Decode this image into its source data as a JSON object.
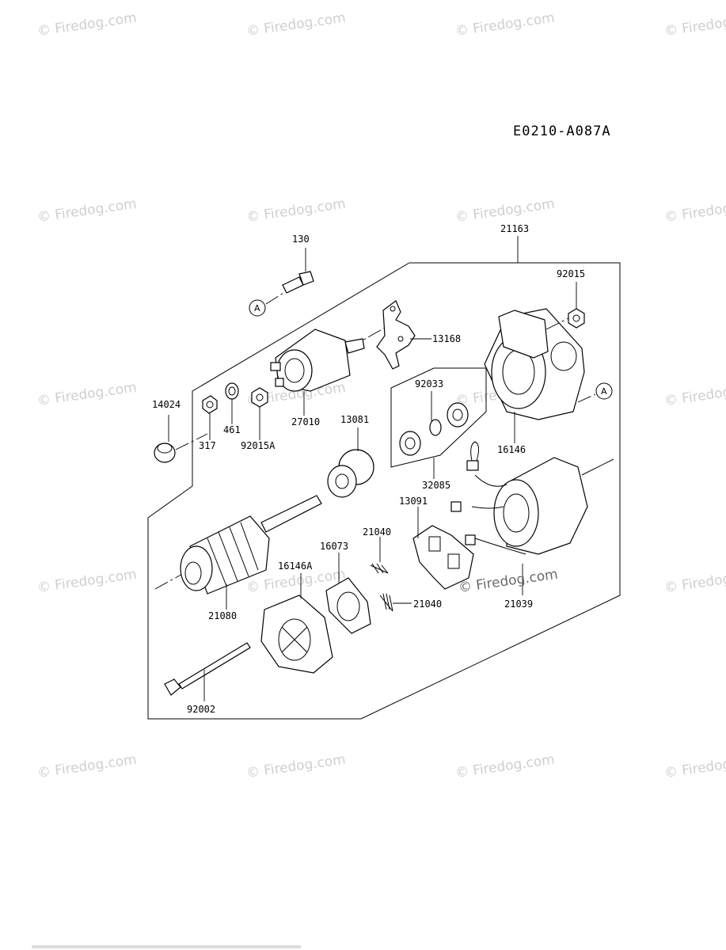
{
  "diagram": {
    "code": "E0210-A087A",
    "watermark": "© Firedog.com",
    "watermark_overlay": "© Firedog.com",
    "ref_marker": "A",
    "labels": {
      "p130": "130",
      "p21163": "21163",
      "p92015": "92015",
      "p13168": "13168",
      "p14024": "14024",
      "p317": "317",
      "p461": "461",
      "p92015A": "92015A",
      "p27010": "27010",
      "p13081": "13081",
      "p92033": "92033",
      "p16146": "16146",
      "p32085": "32085",
      "p13091": "13091",
      "p21040a": "21040",
      "p16073": "16073",
      "p16146A": "16146A",
      "p21040b": "21040",
      "p21080": "21080",
      "p21039": "21039",
      "p92002": "92002"
    }
  }
}
